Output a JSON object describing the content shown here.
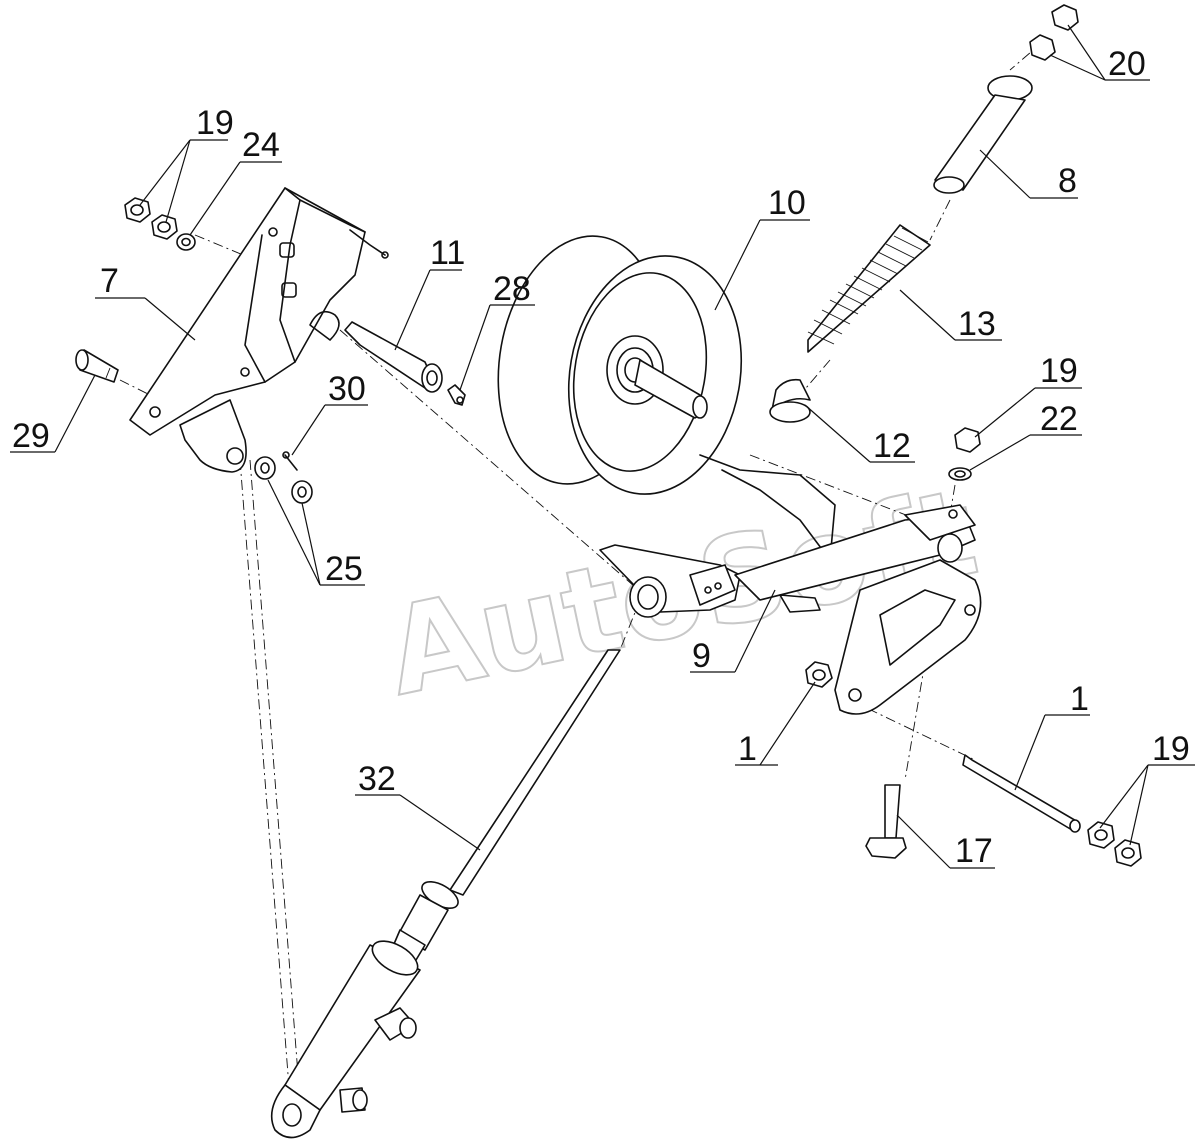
{
  "watermark": "AutoSoft",
  "callouts": {
    "c1a": "1",
    "c1b": "1",
    "c7": "7",
    "c8": "8",
    "c9": "9",
    "c10": "10",
    "c11": "11",
    "c12": "12",
    "c13": "13",
    "c17": "17",
    "c19a": "19",
    "c19b": "19",
    "c19c": "19",
    "c20": "20",
    "c22": "22",
    "c24": "24",
    "c25": "25",
    "c28": "28",
    "c29": "29",
    "c30": "30",
    "c32": "32"
  }
}
